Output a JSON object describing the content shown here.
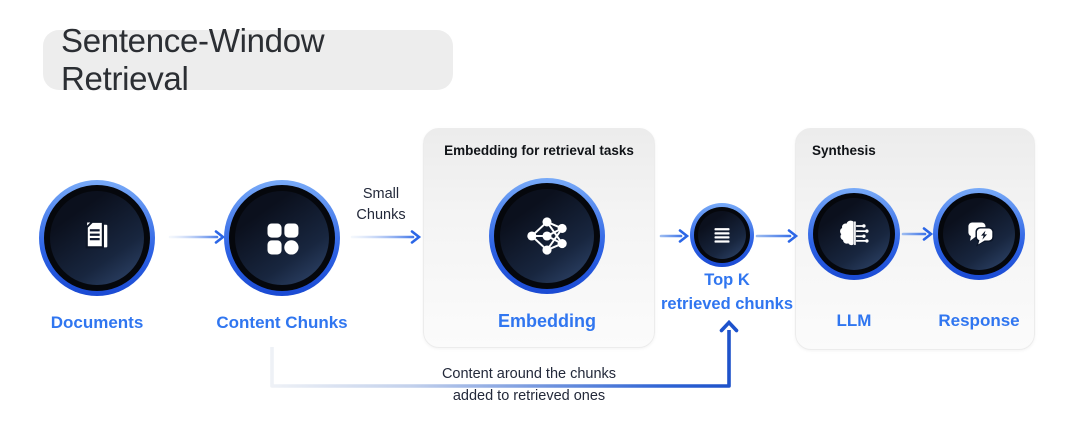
{
  "header": {
    "title": "Sentence-Window Retrieval"
  },
  "cards": {
    "embedding": {
      "title": "Embedding for retrieval tasks"
    },
    "synthesis": {
      "title": "Synthesis"
    }
  },
  "nodes": {
    "documents": {
      "label": "Documents",
      "icon": "stacked-documents-icon"
    },
    "content_chunks": {
      "label": "Content Chunks",
      "icon": "grid-chunks-icon"
    },
    "embedding": {
      "label": "Embedding",
      "icon": "neural-network-icon"
    },
    "top_k": {
      "label_line1": "Top K",
      "label_line2": "retrieved chunks",
      "icon": "list-lines-icon"
    },
    "llm": {
      "label": "LLM",
      "icon": "brain-circuit-icon"
    },
    "response": {
      "label": "Response",
      "icon": "chat-bolt-icon"
    }
  },
  "edge_labels": {
    "small_chunks": {
      "line1": "Small",
      "line2": "Chunks"
    },
    "window_context": {
      "line1": "Content around the chunks",
      "line2": "added to retrieved ones"
    }
  },
  "colors": {
    "label_blue": "#3076f0",
    "arrow_blue": "#2b66e6",
    "deep_arrow_blue": "#1c50c9",
    "ring_blue_top": "#79abf8",
    "ring_blue_bottom": "#1a4ad3",
    "node_fill_dark": "#0b101d",
    "node_fill_light": "#31486f",
    "card_bg": "#ececec",
    "title_chip_bg": "#ededed",
    "text_dark": "#23293a"
  }
}
